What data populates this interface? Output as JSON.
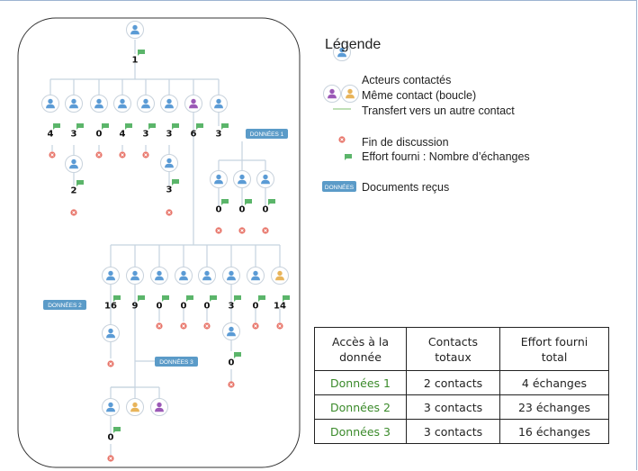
{
  "legend": {
    "title": "Légende",
    "items": {
      "actors": "Acteurs contactés",
      "loop": "Même contact (boucle)",
      "transfer": "Transfert vers un autre contact",
      "end": "Fin de discussion",
      "effort": "Effort fourni : Nombre d’échanges",
      "docs": "Documents reçus"
    },
    "docs_badge": "DONNÉES"
  },
  "tree": {
    "root_effort": "1",
    "level1_efforts": [
      "4",
      "3",
      "0",
      "4",
      "3",
      "3",
      "6",
      "3"
    ],
    "level1b_efforts": [
      "2",
      "3"
    ],
    "branch1_efforts": [
      "0",
      "0",
      "0"
    ],
    "level2_efforts": [
      "16",
      "9",
      "0",
      "0",
      "0",
      "3",
      "0",
      "14"
    ],
    "level2b_efforts": [
      "0"
    ],
    "branch3_efforts": [
      "0"
    ],
    "tags": {
      "d1": "DONNÉES 1",
      "d2": "DONNÉES 2",
      "d3": "DONNÉES 3"
    }
  },
  "table": {
    "headers": [
      "Accès à la\ndonnée",
      "Contacts\ntotaux",
      "Effort fourni\ntotal"
    ],
    "rows": [
      [
        "Données 1",
        "2 contacts",
        "4 échanges"
      ],
      [
        "Données 2",
        "3 contacts",
        "23 échanges"
      ],
      [
        "Données 3",
        "3 contacts",
        "16 échanges"
      ]
    ]
  },
  "colors": {
    "actor": "#5b9bd5",
    "loop_purple": "#9b59b6",
    "loop_orange": "#e8b45a",
    "end": "#e8756a",
    "effort": "#5bb56a",
    "tag": "#5b9bc8",
    "row_label": "#3a8a2a"
  }
}
